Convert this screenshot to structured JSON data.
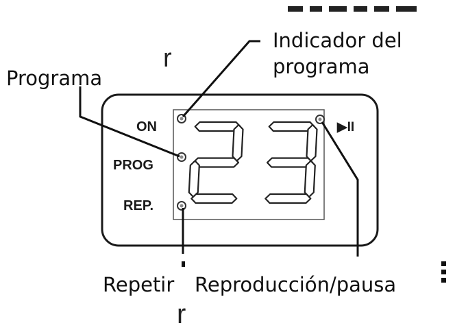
{
  "callouts": {
    "indicador_line1": "Indicador del",
    "indicador_line2": "programa",
    "programa": "Programa",
    "repetir": "Repetir",
    "reproduccion": "Reproducción/pausa"
  },
  "panel": {
    "on_label": "ON",
    "prog_label": "PROG",
    "rep_label": "REP.",
    "play_pause_symbol": "▶II",
    "display_digits": "23"
  },
  "fragments": {
    "top_left": "r",
    "bottom_center": "r"
  },
  "colors": {
    "ink": "#111111",
    "segment_fill": "#ffffff",
    "segment_stroke": "#222222"
  }
}
